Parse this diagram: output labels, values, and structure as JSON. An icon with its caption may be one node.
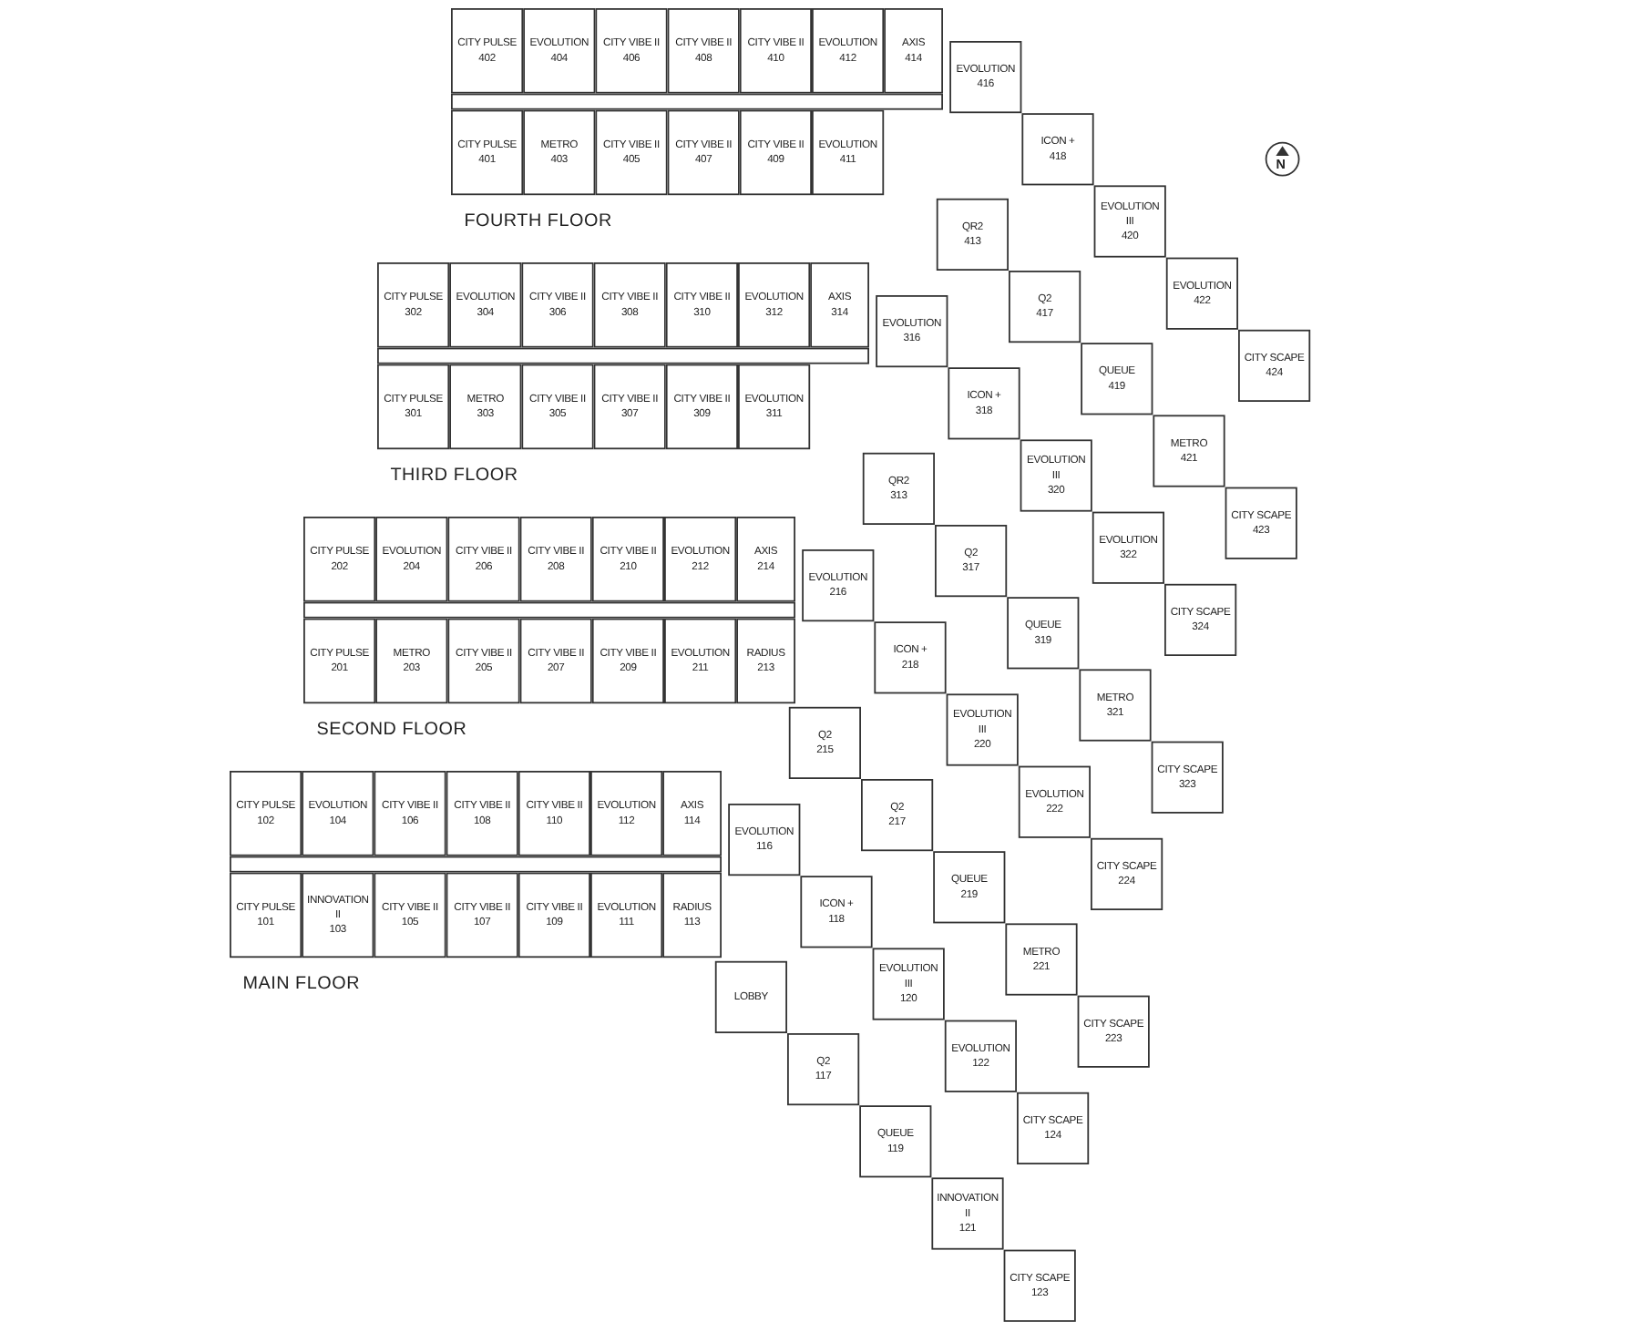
{
  "diagram": {
    "nodes": [
      {
        "text": [
          "CITY PULSE",
          "402"
        ]
      },
      {
        "text": [
          "EVOLUTION",
          "404"
        ]
      },
      {
        "text": [
          "CITY VIBE II",
          "406"
        ]
      },
      {
        "text": [
          "CITY VIBE II",
          "408"
        ]
      },
      {
        "text": [
          "CITY VIBE II",
          "410"
        ]
      },
      {
        "text": [
          "EVOLUTION",
          "412"
        ]
      },
      {
        "text": [
          "AXIS",
          "414"
        ]
      },
      {
        "text": [
          "CITY PULSE",
          "401"
        ]
      },
      {
        "text": [
          "METRO",
          "403"
        ]
      },
      {
        "text": [
          "CITY VIBE II",
          "405"
        ]
      },
      {
        "text": [
          "CITY VIBE II",
          "407"
        ]
      },
      {
        "text": [
          "CITY VIBE II",
          "409"
        ]
      },
      {
        "text": [
          "EVOLUTION",
          "411"
        ]
      },
      {
        "text": [
          "EVOLUTION",
          "416"
        ]
      },
      {
        "text": [
          "ICON +",
          "418"
        ]
      },
      {
        "text": [
          "EVOLUTION III",
          "420"
        ]
      },
      {
        "text": [
          "EVOLUTION",
          "422"
        ]
      },
      {
        "text": [
          "CITY SCAPE",
          "424"
        ]
      },
      {
        "text": [
          "QR2",
          "413"
        ]
      },
      {
        "text": [
          "Q2",
          "417"
        ]
      },
      {
        "text": [
          "QUEUE",
          "419"
        ]
      },
      {
        "text": [
          "METRO",
          "421"
        ]
      },
      {
        "text": [
          "CITY SCAPE",
          "423"
        ]
      },
      {
        "text": [
          "CITY PULSE",
          "302"
        ]
      },
      {
        "text": [
          "EVOLUTION",
          "304"
        ]
      },
      {
        "text": [
          "CITY VIBE II",
          "306"
        ]
      },
      {
        "text": [
          "CITY VIBE II",
          "308"
        ]
      },
      {
        "text": [
          "CITY VIBE II",
          "310"
        ]
      },
      {
        "text": [
          "EVOLUTION",
          "312"
        ]
      },
      {
        "text": [
          "AXIS",
          "314"
        ]
      },
      {
        "text": [
          "CITY PULSE",
          "301"
        ]
      },
      {
        "text": [
          "METRO",
          "303"
        ]
      },
      {
        "text": [
          "CITY VIBE II",
          "305"
        ]
      },
      {
        "text": [
          "CITY VIBE II",
          "307"
        ]
      },
      {
        "text": [
          "CITY VIBE II",
          "309"
        ]
      },
      {
        "text": [
          "EVOLUTION",
          "311"
        ]
      },
      {
        "text": [
          "EVOLUTION",
          "316"
        ]
      },
      {
        "text": [
          "ICON +",
          "318"
        ]
      },
      {
        "text": [
          "EVOLUTION III",
          "320"
        ]
      },
      {
        "text": [
          "EVOLUTION",
          "322"
        ]
      },
      {
        "text": [
          "CITY SCAPE",
          "324"
        ]
      },
      {
        "text": [
          "QR2",
          "313"
        ]
      },
      {
        "text": [
          "Q2",
          "317"
        ]
      },
      {
        "text": [
          "QUEUE",
          "319"
        ]
      },
      {
        "text": [
          "METRO",
          "321"
        ]
      },
      {
        "text": [
          "CITY SCAPE",
          "323"
        ]
      },
      {
        "text": [
          "CITY PULSE",
          "202"
        ]
      },
      {
        "text": [
          "EVOLUTION",
          "204"
        ]
      },
      {
        "text": [
          "CITY VIBE II",
          "206"
        ]
      },
      {
        "text": [
          "CITY VIBE II",
          "208"
        ]
      },
      {
        "text": [
          "CITY VIBE II",
          "210"
        ]
      },
      {
        "text": [
          "EVOLUTION",
          "212"
        ]
      },
      {
        "text": [
          "AXIS",
          "214"
        ]
      },
      {
        "text": [
          "CITY PULSE",
          "201"
        ]
      },
      {
        "text": [
          "METRO",
          "203"
        ]
      },
      {
        "text": [
          "CITY VIBE II",
          "205"
        ]
      },
      {
        "text": [
          "CITY VIBE II",
          "207"
        ]
      },
      {
        "text": [
          "CITY VIBE II",
          "209"
        ]
      },
      {
        "text": [
          "EVOLUTION",
          "211"
        ]
      },
      {
        "text": [
          "RADIUS",
          "213"
        ]
      },
      {
        "text": [
          "EVOLUTION",
          "216"
        ]
      },
      {
        "text": [
          "ICON +",
          "218"
        ]
      },
      {
        "text": [
          "EVOLUTION III",
          "220"
        ]
      },
      {
        "text": [
          "EVOLUTION",
          "222"
        ]
      },
      {
        "text": [
          "CITY SCAPE",
          "224"
        ]
      },
      {
        "text": [
          "Q2",
          "215"
        ]
      },
      {
        "text": [
          "Q2",
          "217"
        ]
      },
      {
        "text": [
          "QUEUE",
          "219"
        ]
      },
      {
        "text": [
          "METRO",
          "221"
        ]
      },
      {
        "text": [
          "CITY SCAPE",
          "223"
        ]
      },
      {
        "text": [
          "CITY PULSE",
          "102"
        ]
      },
      {
        "text": [
          "EVOLUTION",
          "104"
        ]
      },
      {
        "text": [
          "CITY VIBE II",
          "106"
        ]
      },
      {
        "text": [
          "CITY VIBE II",
          "108"
        ]
      },
      {
        "text": [
          "CITY VIBE II",
          "110"
        ]
      },
      {
        "text": [
          "EVOLUTION",
          "112"
        ]
      },
      {
        "text": [
          "AXIS",
          "114"
        ]
      },
      {
        "text": [
          "CITY PULSE",
          "101"
        ]
      },
      {
        "text": [
          "INNOVATION II",
          "103"
        ]
      },
      {
        "text": [
          "CITY VIBE II",
          "105"
        ]
      },
      {
        "text": [
          "CITY VIBE II",
          "107"
        ]
      },
      {
        "text": [
          "CITY VIBE II",
          "109"
        ]
      },
      {
        "text": [
          "EVOLUTION",
          "111"
        ]
      },
      {
        "text": [
          "RADIUS",
          "113"
        ]
      },
      {
        "text": [
          "EVOLUTION",
          "116"
        ]
      },
      {
        "text": [
          "ICON +",
          "118"
        ]
      },
      {
        "text": [
          "EVOLUTION III",
          "120"
        ]
      },
      {
        "text": [
          "EVOLUTION",
          "122"
        ]
      },
      {
        "text": [
          "CITY SCAPE",
          "124"
        ]
      },
      {
        "text": [
          "LOBBY"
        ]
      },
      {
        "text": [
          "Q2",
          "117"
        ]
      },
      {
        "text": [
          "QUEUE",
          "119"
        ]
      },
      {
        "text": [
          "INNOVATION II",
          "121"
        ]
      },
      {
        "text": [
          "CITY SCAPE",
          "123"
        ]
      }
    ],
    "edges": [],
    "labels": [
      "N",
      "FOURTH FLOOR",
      "THIRD FLOOR",
      "SECOND FLOOR",
      "MAIN FLOOR"
    ]
  }
}
